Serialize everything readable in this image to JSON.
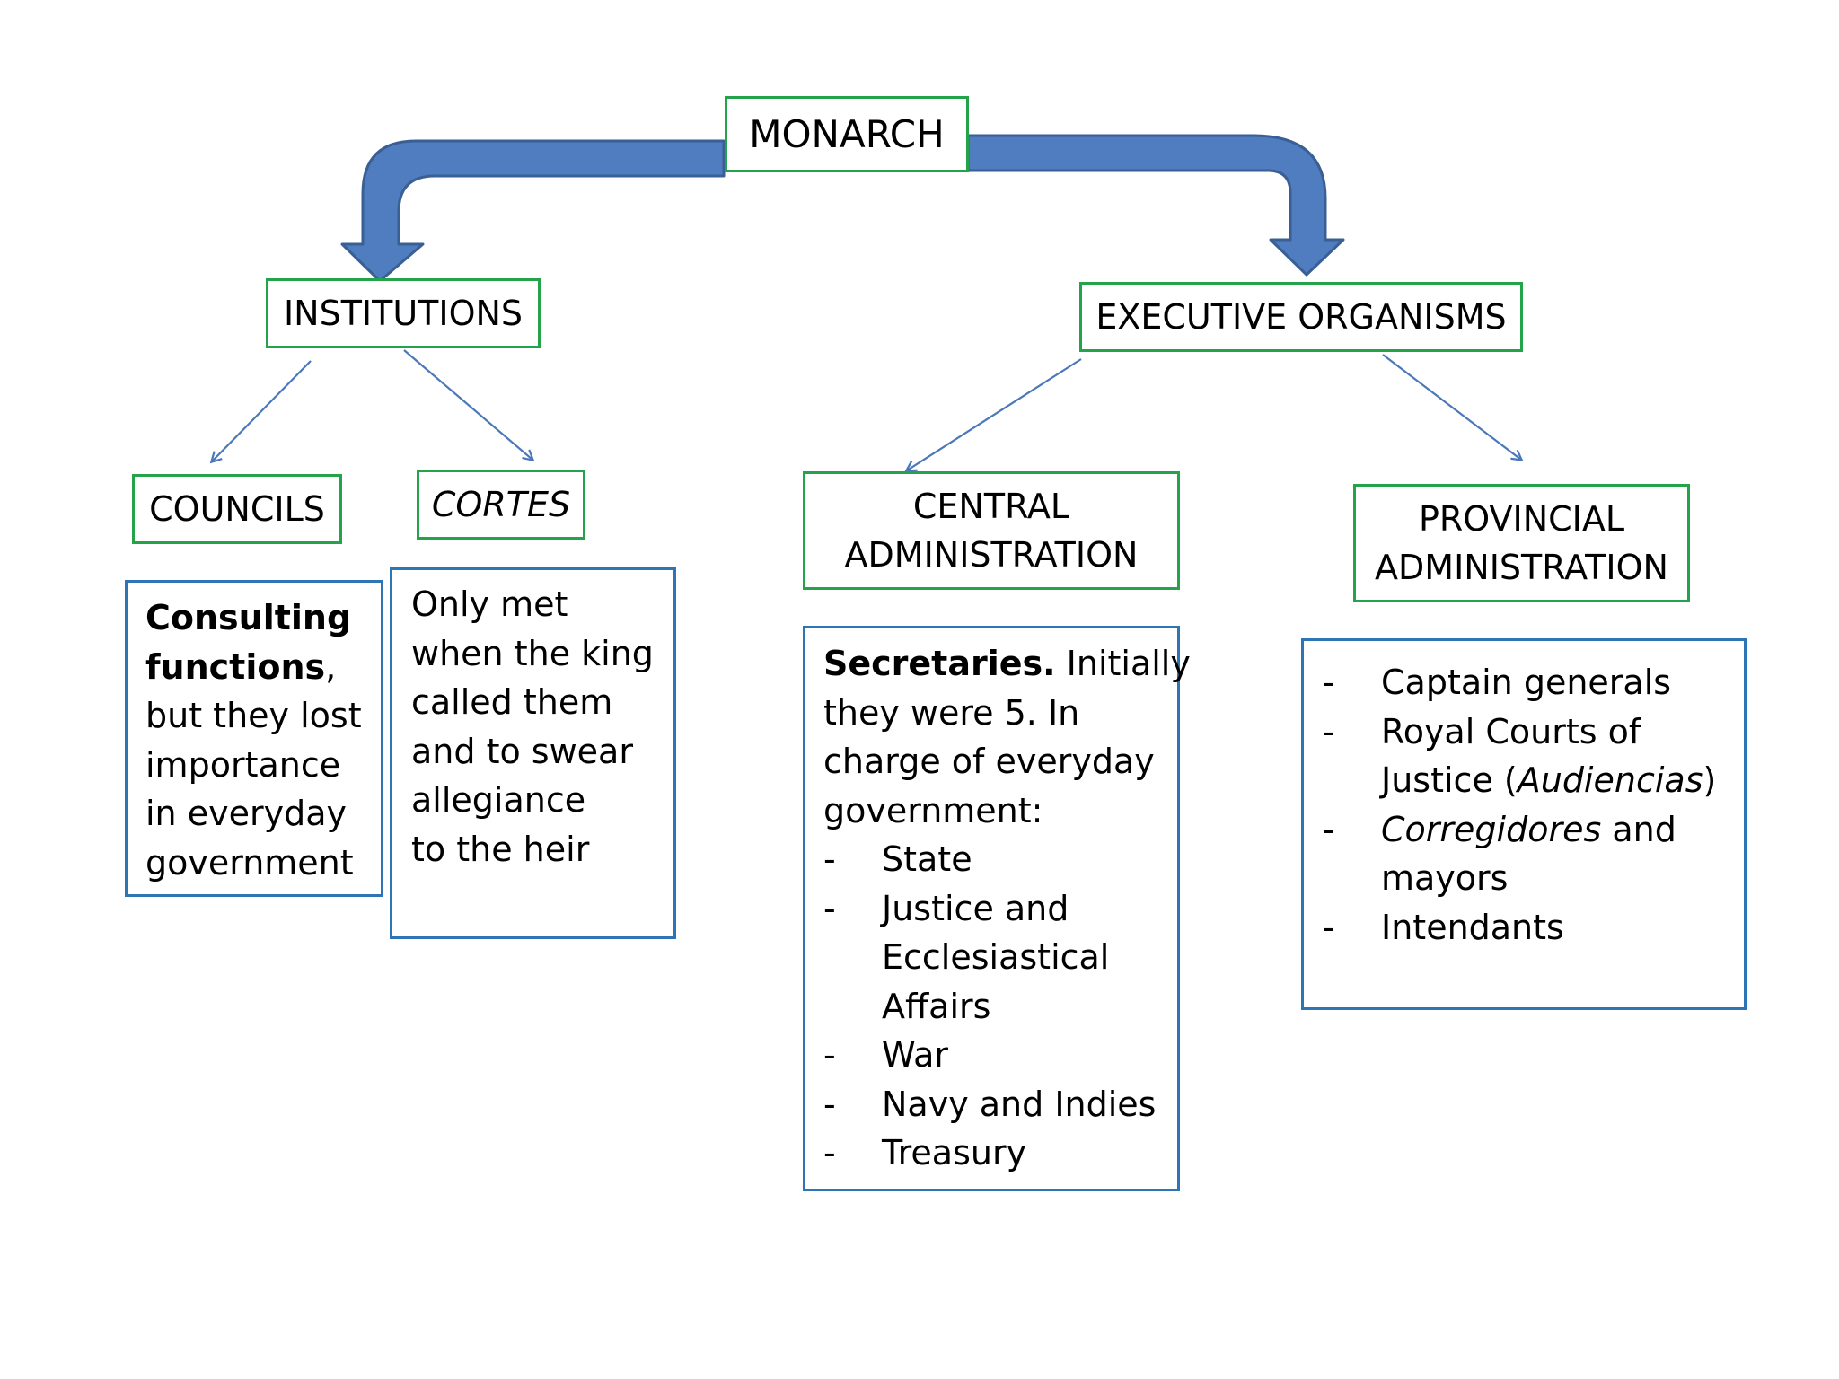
{
  "colors": {
    "arrow": "#4f7dbf",
    "arrow_outline": "#3a5f94",
    "green_border": "#24a34a",
    "blue_border": "#2e75b6",
    "connector": "#4a78b8"
  },
  "nodes": {
    "monarch": "MONARCH",
    "institutions": "INSTITUTIONS",
    "executive": "EXECUTIVE ORGANISMS",
    "councils": "COUNCILS",
    "cortes": "CORTES",
    "central": [
      "CENTRAL",
      "ADMINISTRATION"
    ],
    "provincial": [
      "PROVINCIAL",
      "ADMINISTRATION"
    ]
  },
  "councils_desc": {
    "bold1": "Consulting",
    "bold2": "functions",
    "comma": ",",
    "lines": [
      "but they lost",
      "importance",
      "in everyday",
      "government"
    ]
  },
  "cortes_desc": [
    "Only met",
    "when the king",
    "called them",
    "and to swear",
    "allegiance",
    "to the heir"
  ],
  "central_desc": {
    "bold": "Secretaries.",
    "rest1": " Initially",
    "lines": [
      "they were 5. In",
      "charge of everyday",
      "government:"
    ],
    "bullet": "-",
    "items": [
      "State",
      "Justice and",
      "Ecclesiastical",
      "Affairs",
      "War",
      "Navy and Indies",
      "Treasury"
    ]
  },
  "provincial_desc": {
    "bullet": "-",
    "item1": "Captain generals",
    "item2a": "Royal Courts of",
    "item2b_pre": "Justice (",
    "item2b_ital": "Audiencias",
    "item2b_post": ")",
    "item3_ital": "Corregidores",
    "item3_post": " and",
    "item3b": "mayors",
    "item4": "Intendants"
  }
}
